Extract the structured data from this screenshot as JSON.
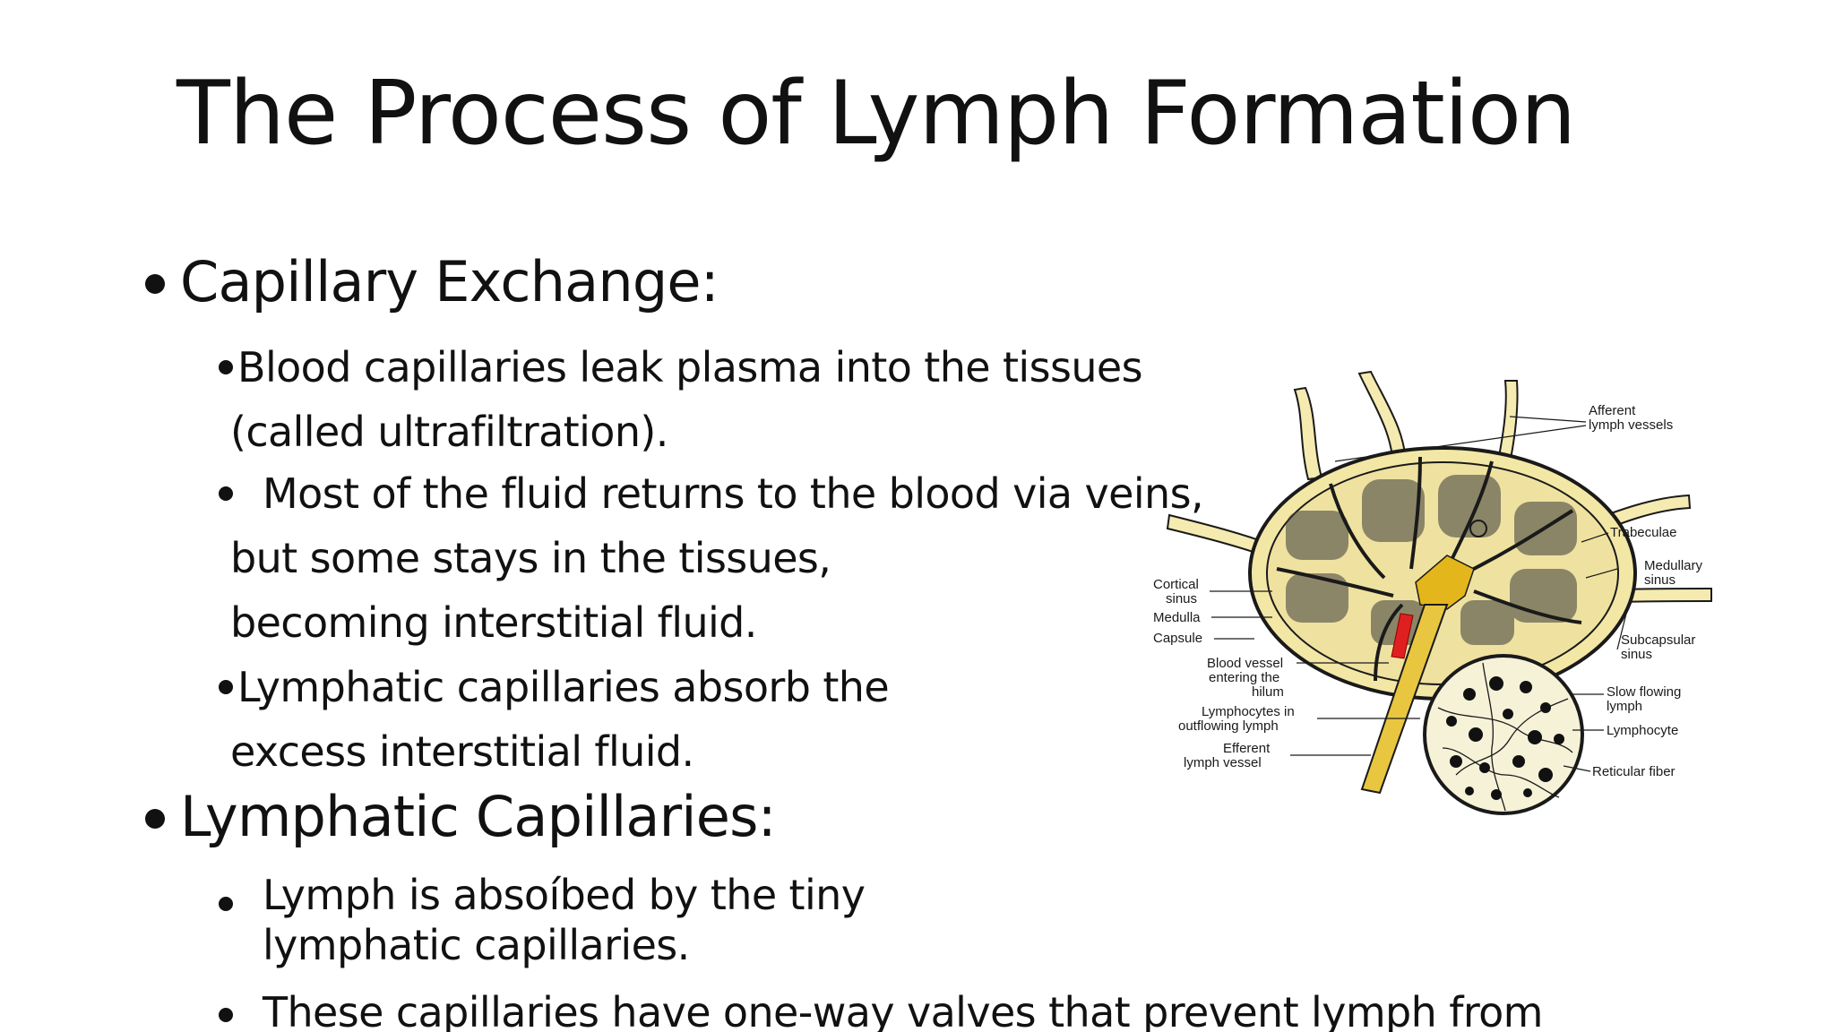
{
  "slide": {
    "title": "The Process of Lymph Formation",
    "sections": [
      {
        "heading": "Capillary Exchange:",
        "lines": [
          "Blood capillaries leak plasma into the tissues",
          "(called  ultrafiltration).",
          "Most of the fluid returns to the blood via veins,",
          "but some stays in the tissues,",
          "becoming  interstitial fluid.",
          "Lymphatic capillaries absorb the",
          "excess  interstitial fluid."
        ]
      },
      {
        "heading": "Lymphatic Capillaries:",
        "lines": [
          "Lymph is absoíbed by the tiny",
          "lymphatic capillaries.",
          "These capillaries have one-way valves that prevent lymph from"
        ]
      }
    ]
  },
  "figure": {
    "labels": {
      "afferent_1": "Afferent",
      "afferent_2": "lymph vessels",
      "trabeculae": "Trabeculae",
      "medullary_1": "Medullary",
      "medullary_2": "sinus",
      "cortical_1": "Cortical",
      "cortical_2": "sinus",
      "medulla": "Medulla",
      "capsule": "Capsule",
      "subcapsular_1": "Subcapsular",
      "subcapsular_2": "sinus",
      "blood_vessel_1": "Blood vessel",
      "blood_vessel_2": "entering the",
      "blood_vessel_3": "hilum",
      "slow_flowing_1": "Slow flowing",
      "slow_flowing_2": "lymph",
      "lymphocytes_in_1": "Lymphocytes in",
      "lymphocytes_in_2": "outflowing lymph",
      "lymphocyte": "Lymphocyte",
      "efferent_1": "Efferent",
      "efferent_2": "lymph vessel",
      "reticular_fiber": "Reticular fiber"
    },
    "colors": {
      "capsule_fill": "#f3e7a6",
      "vessel_fill": "#f5eab0",
      "hilum_fill": "#e3b61c",
      "blood_vessel": "#e02020",
      "outline": "#1a1a1a"
    }
  }
}
